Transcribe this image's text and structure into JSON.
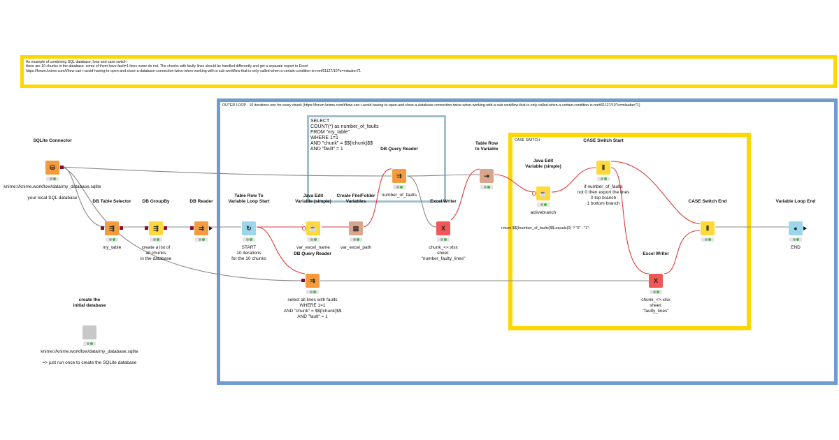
{
  "annotations": {
    "top": "An example of combining SQL database, loop and case switch\nthere are 10 chunks in the database. some of them have fault=1 lines some do not. The chunks with faulty lines should be handled differently and get a separate export to Excel\nhttps://forum.knime.com/t/how-can-i-avoid-having-to-open-and-close-a-database-connection-twice-when-working-with-a-sub-workflow-that-is-only-called-when-a-certain-condition-is-met/61127/10?u=mlauber71",
    "outer": "OUTER LOOP - 10 iterations one for every chunk (https://forum.knime.com/t/how-can-i-avoid-having-to-open-and-close-a-database-connection-twice-when-working-with-a-sub-workflow-that-is-only-called-when-a-certain-condition-is-met/61127/10?u=mlauber71)",
    "sql": "SELECT\nCOUNT(*) as number_of_faults\nFROM \"my_table\"\nWHERE 1=1\nAND \"chunk\" = $${Ichunk}$$\nAND \"fault\" = 1",
    "case": "CASE SWITCH",
    "colors": {
      "yellow": "#ffd700",
      "blue": "#6f9bd0",
      "gray_blue": "#9fbfcd"
    }
  },
  "flow_expression": "return $${Inumber_of_faults}$$.equals(0) ? \"0\" : \"1\";",
  "nodes": {
    "sqlite_connector": {
      "title": "SQLite Connector",
      "label": "knime://knime.workflow/data/my_database.sqlite\n\nyour local SQL database",
      "icon": "database-connect-icon",
      "color": "#f39b3d"
    },
    "db_table_selector": {
      "title": "DB Table Selector",
      "label": "my_table",
      "icon": "db-table-icon",
      "color": "#f39b3d"
    },
    "db_groupby": {
      "title": "DB GroupBy",
      "label": "create a list of\nall chunks\nin the database",
      "icon": "db-groupby-icon",
      "color": "#ffd93c"
    },
    "db_reader": {
      "title": "DB Reader",
      "label": "",
      "icon": "db-reader-icon",
      "color": "#f39b3d"
    },
    "table_row_to_var_loop_start": {
      "title": "Table Row To\nVariable Loop Start",
      "label": "START\n10 iterations\nfor the 10 chunks",
      "icon": "loop-start-icon",
      "color": "#9ad6ec"
    },
    "java_edit_var_1": {
      "title": "Java Edit\nVariable (simple)",
      "label": "var_excel_name",
      "icon": "java-icon",
      "color": "#ffd93c"
    },
    "create_file_folder_vars": {
      "title": "Create File/Folder\nVariables",
      "label": "var_excel_path",
      "icon": "file-folder-icon",
      "color": "#d9a58c"
    },
    "db_query_reader_1": {
      "title": "DB Query Reader",
      "label": "number_of_faults",
      "icon": "db-query-icon",
      "color": "#f39b3d"
    },
    "db_query_reader_2": {
      "title": "DB Query Reader",
      "label": "select all lines with faults\nWHERE 1=1\nAND \"chunk\" = $${Ichunk}$$\nAND \"fault\" = 1",
      "icon": "db-query-icon",
      "color": "#f39b3d"
    },
    "excel_writer_1": {
      "title": "Excel Writer",
      "label": "chunk_<>.xlsx\nsheet:\n\"number_faulty_lines\"",
      "icon": "excel-icon",
      "color": "#f25757"
    },
    "table_row_to_variable": {
      "title": "Table Row\nto Variable",
      "label": "",
      "icon": "row-to-var-icon",
      "color": "#d9a58c"
    },
    "java_edit_var_2": {
      "title": "Java Edit\nVariable (simple)",
      "label": "activebranch",
      "icon": "java-icon",
      "color": "#ffd93c"
    },
    "case_switch_start": {
      "title": "CASE Switch Start",
      "label": "if number_of_faults\nnot 0 then export the lines\n0 top branch\n1 bottom branch",
      "icon": "switch-start-icon",
      "color": "#ffd93c"
    },
    "excel_writer_2": {
      "title": "Excel Writer",
      "label": "chunk_<>.xlsx\nsheet:\n\"faulty_lines\"",
      "icon": "excel-icon",
      "color": "#f25757"
    },
    "case_switch_end": {
      "title": "CASE Switch End",
      "label": "",
      "icon": "switch-end-icon",
      "color": "#ffd93c"
    },
    "variable_loop_end": {
      "title": "Variable Loop End",
      "label": "END",
      "icon": "loop-end-icon",
      "color": "#9ad6ec"
    },
    "create_initial_db": {
      "title": "create the\ninitial database",
      "label": "knime://knime.workflow/data/my_database.sqlite\n\n=> just run once to create the SQLite database",
      "icon": "component-icon",
      "color": "#c8c8c8"
    }
  }
}
